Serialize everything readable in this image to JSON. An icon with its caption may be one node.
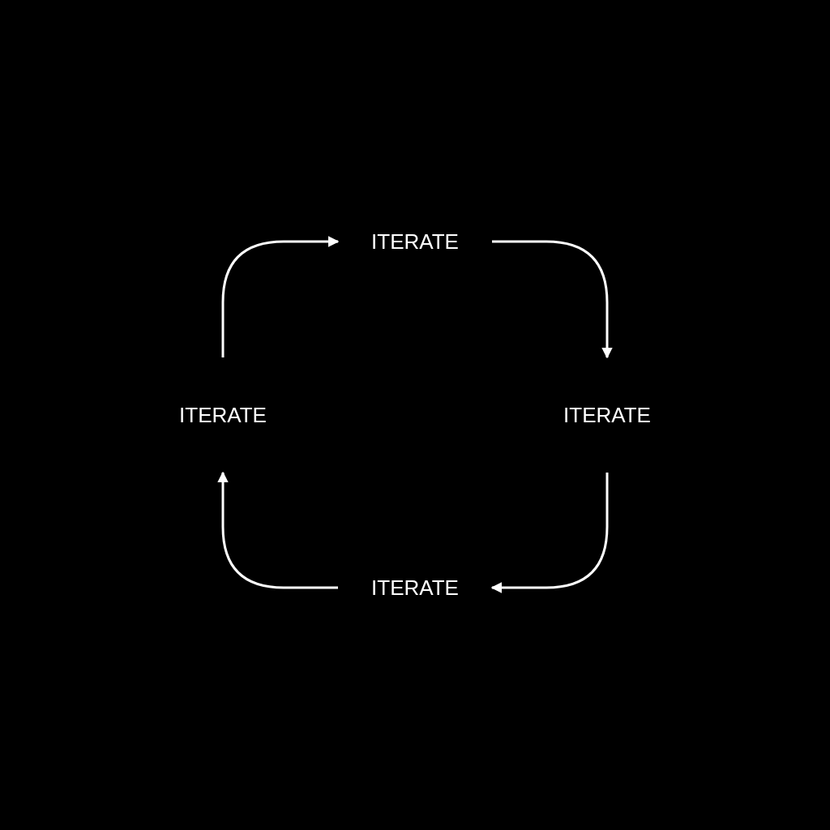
{
  "diagram": {
    "nodes": [
      {
        "text": [
          "ITERATE"
        ]
      },
      {
        "text": [
          "ITERATE"
        ]
      },
      {
        "text": [
          "ITERATE"
        ]
      },
      {
        "text": [
          "ITERATE"
        ]
      }
    ],
    "edges": [
      {
        "from": 3,
        "to": 0,
        "arrow": "to"
      },
      {
        "from": 0,
        "to": 1,
        "arrow": "to"
      },
      {
        "from": 1,
        "to": 2,
        "arrow": "to"
      },
      {
        "from": 2,
        "to": 3,
        "arrow": "to"
      }
    ]
  }
}
